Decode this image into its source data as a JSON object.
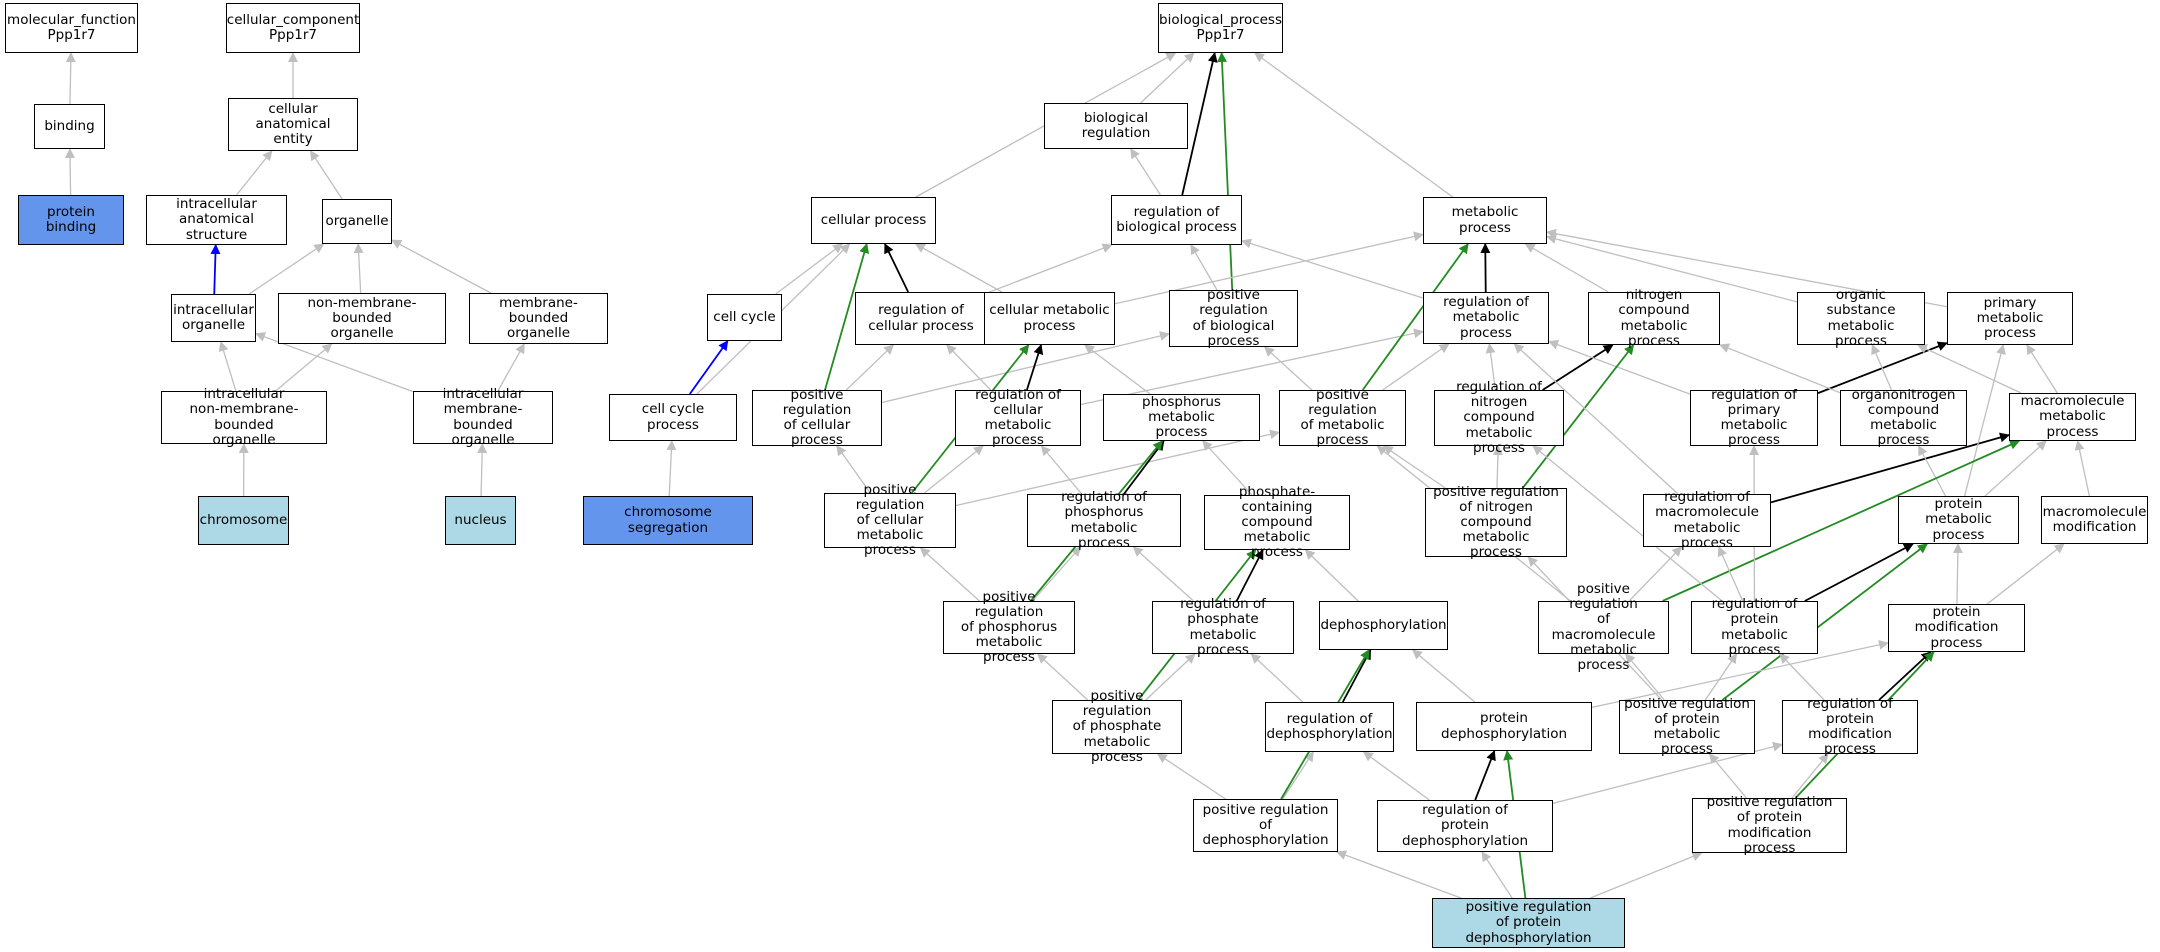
{
  "colors": {
    "edge_is_a": "#bfbfbf",
    "edge_part_of": "#0000ff",
    "edge_regulates": "#000000",
    "edge_positively_regulates": "#228b22",
    "node_annotated": "#6495ed",
    "node_light": "#add8e6"
  },
  "nodes": {
    "mf_root": "molecular_function\nPpp1r7",
    "cc_root": "cellular_component\nPpp1r7",
    "bp_root": "biological_process\nPpp1r7",
    "binding": "binding",
    "cellular_anatomical_entity": "cellular anatomical\nentity",
    "biological_regulation": "biological regulation",
    "protein_binding": "protein binding",
    "intracellular_anatomical_structure": "intracellular\nanatomical structure",
    "organelle": "organelle",
    "cellular_process": "cellular process",
    "regulation_of_biological_process": "regulation of\nbiological process",
    "metabolic_process": "metabolic process",
    "intracellular_organelle": "intracellular\norganelle",
    "non_membrane_bounded_organelle": "non-membrane-bounded\norganelle",
    "membrane_bounded_organelle": "membrane-bounded\norganelle",
    "cell_cycle": "cell cycle",
    "regulation_of_cellular_process": "regulation of\ncellular process",
    "cellular_metabolic_process": "cellular metabolic\nprocess",
    "positive_regulation_of_biological_process": "positive regulation\nof biological\nprocess",
    "regulation_of_metabolic_process": "regulation of\nmetabolic process",
    "nitrogen_compound_metabolic_process": "nitrogen compound\nmetabolic process",
    "organic_substance_metabolic_process": "organic substance\nmetabolic process",
    "primary_metabolic_process": "primary metabolic\nprocess",
    "intracellular_non_membrane_bounded_organelle": "intracellular\nnon-membrane-bounded\norganelle",
    "intracellular_membrane_bounded_organelle": "intracellular\nmembrane-bounded\norganelle",
    "cell_cycle_process": "cell cycle process",
    "positive_regulation_of_cellular_process": "positive regulation\nof cellular\nprocess",
    "regulation_of_cellular_metabolic_process": "regulation of\ncellular metabolic\nprocess",
    "phosphorus_metabolic_process": "phosphorus metabolic\nprocess",
    "positive_regulation_of_metabolic_process": "positive regulation\nof metabolic\nprocess",
    "regulation_of_nitrogen_compound_metabolic_process": "regulation of\nnitrogen compound\nmetabolic process",
    "regulation_of_primary_metabolic_process": "regulation of\nprimary metabolic\nprocess",
    "organonitrogen_compound_metabolic_process": "organonitrogen\ncompound metabolic\nprocess",
    "macromolecule_metabolic_process": "macromolecule\nmetabolic process",
    "chromosome": "chromosome",
    "nucleus": "nucleus",
    "chromosome_segregation": "chromosome segregation",
    "positive_regulation_of_cellular_metabolic_process": "positive regulation\nof cellular\nmetabolic process",
    "regulation_of_phosphorus_metabolic_process": "regulation of\nphosphorus metabolic\nprocess",
    "phosphate_containing_compound_metabolic_process": "phosphate-containing\ncompound metabolic\nprocess",
    "positive_regulation_of_nitrogen_compound_metabolic_process": "positive regulation\nof nitrogen\ncompound metabolic\nprocess",
    "regulation_of_macromolecule_metabolic_process": "regulation of\nmacromolecule\nmetabolic process",
    "protein_metabolic_process": "protein metabolic\nprocess",
    "macromolecule_modification": "macromolecule\nmodification",
    "positive_regulation_of_phosphorus_metabolic_process": "positive regulation\nof phosphorus\nmetabolic process",
    "regulation_of_phosphate_metabolic_process": "regulation of\nphosphate metabolic\nprocess",
    "dephosphorylation": "dephosphorylation",
    "positive_regulation_of_macromolecule_metabolic_process": "positive regulation\nof macromolecule\nmetabolic process",
    "regulation_of_protein_metabolic_process": "regulation of\nprotein metabolic\nprocess",
    "protein_modification_process": "protein modification\nprocess",
    "positive_regulation_of_phosphate_metabolic_process": "positive regulation\nof phosphate\nmetabolic process",
    "regulation_of_dephosphorylation": "regulation of\ndephosphorylation",
    "protein_dephosphorylation": "protein dephosphorylation",
    "positive_regulation_of_protein_metabolic_process": "positive regulation\nof protein metabolic\nprocess",
    "regulation_of_protein_modification_process": "regulation of\nprotein modification\nprocess",
    "positive_regulation_of_dephosphorylation": "positive regulation\nof dephosphorylation",
    "regulation_of_protein_dephosphorylation": "regulation of\nprotein dephosphorylation",
    "positive_regulation_of_protein_modification_process": "positive regulation\nof protein modification\nprocess",
    "positive_regulation_of_protein_dephosphorylation": "positive regulation\nof protein dephosphorylation"
  },
  "node_styles": {
    "protein_binding": "dark",
    "chromosome_segregation": "dark",
    "chromosome": "light",
    "nucleus": "light",
    "positive_regulation_of_protein_dephosphorylation": "light"
  },
  "edges": [
    [
      "binding",
      "mf_root",
      "is_a"
    ],
    [
      "protein_binding",
      "binding",
      "is_a"
    ],
    [
      "cellular_anatomical_entity",
      "cc_root",
      "is_a"
    ],
    [
      "intracellular_anatomical_structure",
      "cellular_anatomical_entity",
      "is_a"
    ],
    [
      "organelle",
      "cellular_anatomical_entity",
      "is_a"
    ],
    [
      "intracellular_organelle",
      "intracellular_anatomical_structure",
      "part_of"
    ],
    [
      "intracellular_organelle",
      "organelle",
      "is_a"
    ],
    [
      "non_membrane_bounded_organelle",
      "organelle",
      "is_a"
    ],
    [
      "membrane_bounded_organelle",
      "organelle",
      "is_a"
    ],
    [
      "intracellular_non_membrane_bounded_organelle",
      "intracellular_organelle",
      "is_a"
    ],
    [
      "intracellular_non_membrane_bounded_organelle",
      "non_membrane_bounded_organelle",
      "is_a"
    ],
    [
      "intracellular_membrane_bounded_organelle",
      "intracellular_organelle",
      "is_a"
    ],
    [
      "intracellular_membrane_bounded_organelle",
      "membrane_bounded_organelle",
      "is_a"
    ],
    [
      "chromosome",
      "intracellular_non_membrane_bounded_organelle",
      "is_a"
    ],
    [
      "nucleus",
      "intracellular_membrane_bounded_organelle",
      "is_a"
    ],
    [
      "cellular_process",
      "bp_root",
      "is_a"
    ],
    [
      "biological_regulation",
      "bp_root",
      "is_a"
    ],
    [
      "regulation_of_biological_process",
      "bp_root",
      "regulates"
    ],
    [
      "positive_regulation_of_biological_process",
      "bp_root",
      "positively_regulates"
    ],
    [
      "metabolic_process",
      "bp_root",
      "is_a"
    ],
    [
      "regulation_of_biological_process",
      "biological_regulation",
      "is_a"
    ],
    [
      "cell_cycle",
      "cellular_process",
      "is_a"
    ],
    [
      "cell_cycle_process",
      "cellular_process",
      "is_a"
    ],
    [
      "cell_cycle_process",
      "cell_cycle",
      "part_of"
    ],
    [
      "chromosome_segregation",
      "cell_cycle_process",
      "is_a"
    ],
    [
      "regulation_of_cellular_process",
      "cellular_process",
      "regulates"
    ],
    [
      "regulation_of_cellular_process",
      "regulation_of_biological_process",
      "is_a"
    ],
    [
      "cellular_metabolic_process",
      "cellular_process",
      "is_a"
    ],
    [
      "cellular_metabolic_process",
      "metabolic_process",
      "is_a"
    ],
    [
      "positive_regulation_of_biological_process",
      "regulation_of_biological_process",
      "is_a"
    ],
    [
      "positive_regulation_of_cellular_process",
      "cellular_process",
      "positively_regulates"
    ],
    [
      "positive_regulation_of_cellular_process",
      "regulation_of_cellular_process",
      "is_a"
    ],
    [
      "positive_regulation_of_cellular_process",
      "positive_regulation_of_biological_process",
      "is_a"
    ],
    [
      "regulation_of_metabolic_process",
      "metabolic_process",
      "regulates"
    ],
    [
      "regulation_of_metabolic_process",
      "regulation_of_biological_process",
      "is_a"
    ],
    [
      "nitrogen_compound_metabolic_process",
      "metabolic_process",
      "is_a"
    ],
    [
      "organic_substance_metabolic_process",
      "metabolic_process",
      "is_a"
    ],
    [
      "primary_metabolic_process",
      "metabolic_process",
      "is_a"
    ],
    [
      "regulation_of_cellular_metabolic_process",
      "cellular_metabolic_process",
      "regulates"
    ],
    [
      "regulation_of_cellular_metabolic_process",
      "regulation_of_cellular_process",
      "is_a"
    ],
    [
      "regulation_of_cellular_metabolic_process",
      "regulation_of_metabolic_process",
      "is_a"
    ],
    [
      "phosphorus_metabolic_process",
      "cellular_metabolic_process",
      "is_a"
    ],
    [
      "positive_regulation_of_metabolic_process",
      "metabolic_process",
      "positively_regulates"
    ],
    [
      "positive_regulation_of_metabolic_process",
      "positive_regulation_of_biological_process",
      "is_a"
    ],
    [
      "positive_regulation_of_metabolic_process",
      "regulation_of_metabolic_process",
      "is_a"
    ],
    [
      "regulation_of_nitrogen_compound_metabolic_process",
      "regulation_of_metabolic_process",
      "is_a"
    ],
    [
      "regulation_of_nitrogen_compound_metabolic_process",
      "nitrogen_compound_metabolic_process",
      "regulates"
    ],
    [
      "regulation_of_primary_metabolic_process",
      "regulation_of_metabolic_process",
      "is_a"
    ],
    [
      "regulation_of_primary_metabolic_process",
      "primary_metabolic_process",
      "regulates"
    ],
    [
      "organonitrogen_compound_metabolic_process",
      "nitrogen_compound_metabolic_process",
      "is_a"
    ],
    [
      "organonitrogen_compound_metabolic_process",
      "organic_substance_metabolic_process",
      "is_a"
    ],
    [
      "macromolecule_metabolic_process",
      "organic_substance_metabolic_process",
      "is_a"
    ],
    [
      "macromolecule_metabolic_process",
      "primary_metabolic_process",
      "is_a"
    ],
    [
      "positive_regulation_of_cellular_metabolic_process",
      "positive_regulation_of_cellular_process",
      "is_a"
    ],
    [
      "positive_regulation_of_cellular_metabolic_process",
      "regulation_of_cellular_metabolic_process",
      "is_a"
    ],
    [
      "positive_regulation_of_cellular_metabolic_process",
      "cellular_metabolic_process",
      "positively_regulates"
    ],
    [
      "positive_regulation_of_cellular_metabolic_process",
      "positive_regulation_of_metabolic_process",
      "is_a"
    ],
    [
      "regulation_of_phosphorus_metabolic_process",
      "regulation_of_cellular_metabolic_process",
      "is_a"
    ],
    [
      "regulation_of_phosphorus_metabolic_process",
      "phosphorus_metabolic_process",
      "regulates"
    ],
    [
      "phosphate_containing_compound_metabolic_process",
      "phosphorus_metabolic_process",
      "is_a"
    ],
    [
      "positive_regulation_of_nitrogen_compound_metabolic_process",
      "positive_regulation_of_metabolic_process",
      "is_a"
    ],
    [
      "positive_regulation_of_nitrogen_compound_metabolic_process",
      "regulation_of_nitrogen_compound_metabolic_process",
      "is_a"
    ],
    [
      "positive_regulation_of_nitrogen_compound_metabolic_process",
      "nitrogen_compound_metabolic_process",
      "positively_regulates"
    ],
    [
      "regulation_of_macromolecule_metabolic_process",
      "regulation_of_metabolic_process",
      "is_a"
    ],
    [
      "regulation_of_macromolecule_metabolic_process",
      "macromolecule_metabolic_process",
      "regulates"
    ],
    [
      "protein_metabolic_process",
      "macromolecule_metabolic_process",
      "is_a"
    ],
    [
      "protein_metabolic_process",
      "organonitrogen_compound_metabolic_process",
      "is_a"
    ],
    [
      "protein_metabolic_process",
      "primary_metabolic_process",
      "is_a"
    ],
    [
      "macromolecule_modification",
      "macromolecule_metabolic_process",
      "is_a"
    ],
    [
      "positive_regulation_of_phosphorus_metabolic_process",
      "positive_regulation_of_cellular_metabolic_process",
      "is_a"
    ],
    [
      "positive_regulation_of_phosphorus_metabolic_process",
      "regulation_of_phosphorus_metabolic_process",
      "is_a"
    ],
    [
      "positive_regulation_of_phosphorus_metabolic_process",
      "phosphorus_metabolic_process",
      "positively_regulates"
    ],
    [
      "regulation_of_phosphate_metabolic_process",
      "regulation_of_phosphorus_metabolic_process",
      "is_a"
    ],
    [
      "regulation_of_phosphate_metabolic_process",
      "phosphate_containing_compound_metabolic_process",
      "regulates"
    ],
    [
      "dephosphorylation",
      "phosphate_containing_compound_metabolic_process",
      "is_a"
    ],
    [
      "positive_regulation_of_macromolecule_metabolic_process",
      "positive_regulation_of_metabolic_process",
      "is_a"
    ],
    [
      "positive_regulation_of_macromolecule_metabolic_process",
      "regulation_of_macromolecule_metabolic_process",
      "is_a"
    ],
    [
      "positive_regulation_of_macromolecule_metabolic_process",
      "macromolecule_metabolic_process",
      "positively_regulates"
    ],
    [
      "regulation_of_protein_metabolic_process",
      "regulation_of_macromolecule_metabolic_process",
      "is_a"
    ],
    [
      "regulation_of_protein_metabolic_process",
      "protein_metabolic_process",
      "regulates"
    ],
    [
      "regulation_of_protein_metabolic_process",
      "regulation_of_primary_metabolic_process",
      "is_a"
    ],
    [
      "regulation_of_protein_metabolic_process",
      "regulation_of_nitrogen_compound_metabolic_process",
      "is_a"
    ],
    [
      "protein_modification_process",
      "protein_metabolic_process",
      "is_a"
    ],
    [
      "protein_modification_process",
      "macromolecule_modification",
      "is_a"
    ],
    [
      "positive_regulation_of_phosphate_metabolic_process",
      "positive_regulation_of_phosphorus_metabolic_process",
      "is_a"
    ],
    [
      "positive_regulation_of_phosphate_metabolic_process",
      "regulation_of_phosphate_metabolic_process",
      "is_a"
    ],
    [
      "positive_regulation_of_phosphate_metabolic_process",
      "phosphate_containing_compound_metabolic_process",
      "positively_regulates"
    ],
    [
      "regulation_of_dephosphorylation",
      "regulation_of_phosphate_metabolic_process",
      "is_a"
    ],
    [
      "regulation_of_dephosphorylation",
      "dephosphorylation",
      "regulates"
    ],
    [
      "protein_dephosphorylation",
      "dephosphorylation",
      "is_a"
    ],
    [
      "positive_regulation_of_protein_metabolic_process",
      "positive_regulation_of_macromolecule_metabolic_process",
      "is_a"
    ],
    [
      "positive_regulation_of_protein_metabolic_process",
      "regulation_of_protein_metabolic_process",
      "is_a"
    ],
    [
      "positive_regulation_of_protein_metabolic_process",
      "protein_metabolic_process",
      "positively_regulates"
    ],
    [
      "positive_regulation_of_protein_metabolic_process",
      "positive_regulation_of_nitrogen_compound_metabolic_process",
      "is_a"
    ],
    [
      "regulation_of_protein_modification_process",
      "regulation_of_protein_metabolic_process",
      "is_a"
    ],
    [
      "regulation_of_protein_modification_process",
      "protein_modification_process",
      "regulates"
    ],
    [
      "protein_dephosphorylation",
      "protein_modification_process",
      "is_a"
    ],
    [
      "positive_regulation_of_dephosphorylation",
      "positive_regulation_of_phosphate_metabolic_process",
      "is_a"
    ],
    [
      "positive_regulation_of_dephosphorylation",
      "regulation_of_dephosphorylation",
      "is_a"
    ],
    [
      "positive_regulation_of_dephosphorylation",
      "dephosphorylation",
      "positively_regulates"
    ],
    [
      "regulation_of_protein_dephosphorylation",
      "regulation_of_dephosphorylation",
      "is_a"
    ],
    [
      "regulation_of_protein_dephosphorylation",
      "protein_dephosphorylation",
      "regulates"
    ],
    [
      "regulation_of_protein_dephosphorylation",
      "regulation_of_protein_modification_process",
      "is_a"
    ],
    [
      "positive_regulation_of_protein_modification_process",
      "positive_regulation_of_protein_metabolic_process",
      "is_a"
    ],
    [
      "positive_regulation_of_protein_modification_process",
      "regulation_of_protein_modification_process",
      "is_a"
    ],
    [
      "positive_regulation_of_protein_modification_process",
      "protein_modification_process",
      "positively_regulates"
    ],
    [
      "positive_regulation_of_protein_dephosphorylation",
      "positive_regulation_of_dephosphorylation",
      "is_a"
    ],
    [
      "positive_regulation_of_protein_dephosphorylation",
      "regulation_of_protein_dephosphorylation",
      "is_a"
    ],
    [
      "positive_regulation_of_protein_dephosphorylation",
      "protein_dephosphorylation",
      "positively_regulates"
    ],
    [
      "positive_regulation_of_protein_dephosphorylation",
      "positive_regulation_of_protein_modification_process",
      "is_a"
    ]
  ]
}
